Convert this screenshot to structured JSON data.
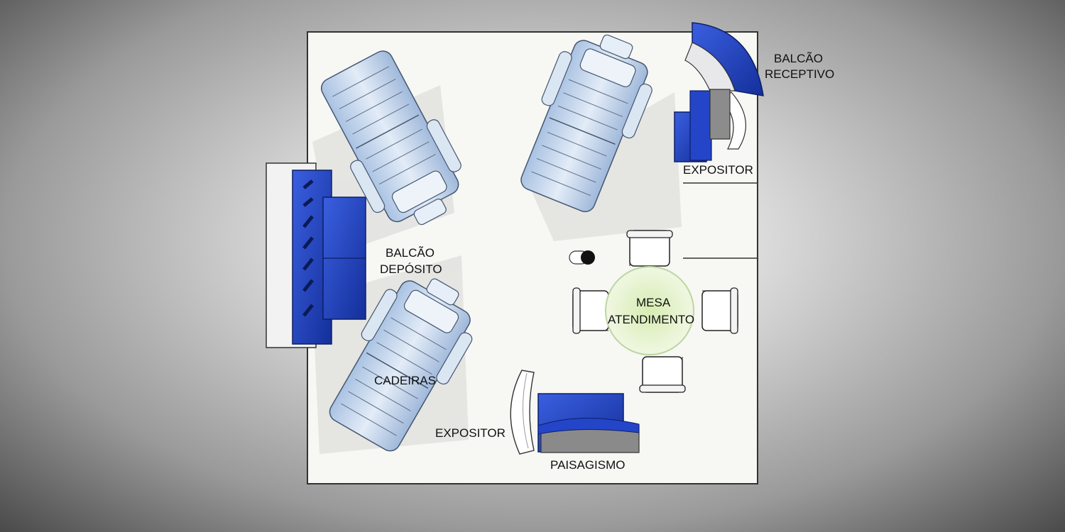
{
  "labels": {
    "balcao_receptivo_1": "BALCÃO",
    "balcao_receptivo_2": "RECEPTIVO",
    "expositor_top": "EXPOSITOR",
    "balcao_deposito_1": "BALCÃO",
    "balcao_deposito_2": "DEPÓSITO",
    "mesa_1": "MESA",
    "mesa_2": "ATENDIMENTO",
    "cadeiras": "CADEIRAS",
    "expositor_bottom": "EXPOSITOR",
    "paisagismo": "PAISAGISMO"
  },
  "colors": {
    "accent_blue": "#1f3fb8",
    "chair_blue": "#c9d9ee",
    "floor": "#f7f7f4",
    "table_green": "#e3f0c8"
  },
  "icons": {
    "chair": "reclining-chair-icon",
    "seat": "seat-icon",
    "table": "round-table-icon"
  }
}
